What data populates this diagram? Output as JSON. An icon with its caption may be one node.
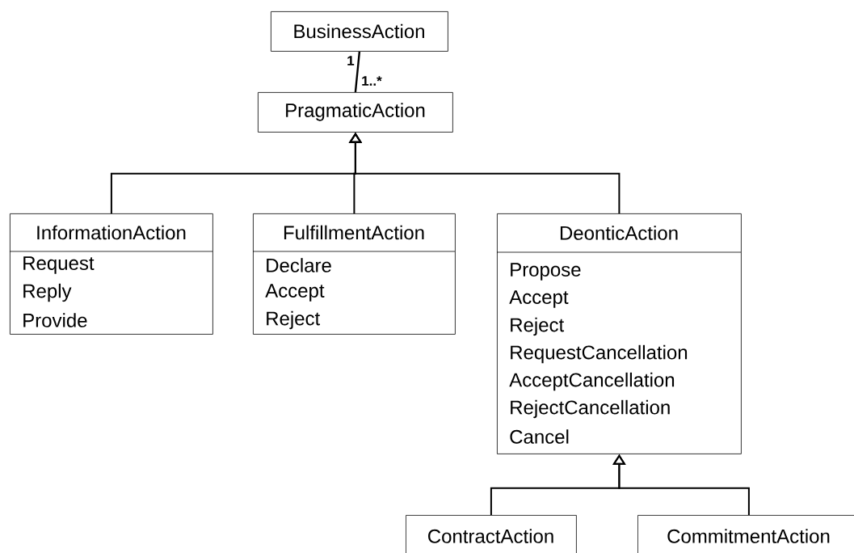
{
  "diagram": {
    "nodes": [
      {
        "text": [
          "BusinessAction"
        ]
      },
      {
        "text": [
          "PragmaticAction"
        ]
      },
      {
        "text": [
          "InformationAction",
          "Request",
          "Reply",
          "Provide"
        ]
      },
      {
        "text": [
          "FulfillmentAction",
          "Declare",
          "Accept",
          "Reject"
        ]
      },
      {
        "text": [
          "DeonticAction",
          "Propose",
          "Accept",
          "Reject",
          "RequestCancellation",
          "AcceptCancellation",
          "RejectCancellation",
          "Cancel"
        ]
      },
      {
        "text": [
          "ContractAction"
        ]
      },
      {
        "text": [
          "CommitmentAction"
        ]
      }
    ],
    "edges": [
      {
        "from": 0,
        "to": 1,
        "arrow": "none"
      },
      {
        "from": 2,
        "to": 1,
        "arrow": "to"
      },
      {
        "from": 3,
        "to": 1,
        "arrow": "to"
      },
      {
        "from": 4,
        "to": 1,
        "arrow": "to"
      },
      {
        "from": 5,
        "to": 4,
        "arrow": "to"
      },
      {
        "from": 6,
        "to": 4,
        "arrow": "to"
      }
    ],
    "labels": [
      "1",
      "1..*"
    ]
  }
}
